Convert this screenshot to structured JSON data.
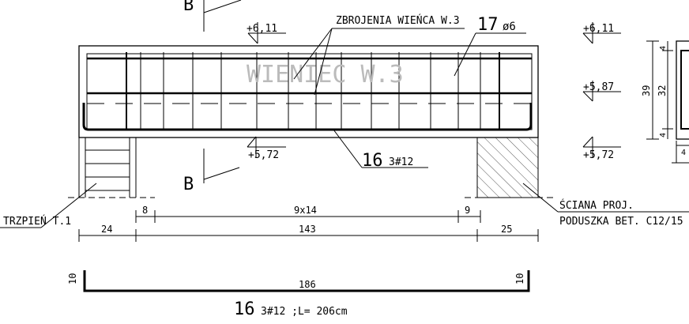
{
  "sections": {
    "top_marker": "B",
    "bottom_marker": "B"
  },
  "levels": {
    "top_left": "+6,11",
    "top_right": "+6,11",
    "mid_right": "+5,87",
    "bottom_left": "+5,72",
    "bottom_right": "+5,72"
  },
  "labels": {
    "beam_title": "WIENIEC W.3",
    "reinforcement_note": "ZBROJENIA WIEŃCA W.3",
    "stirrup_count": "17",
    "stirrup_diameter": "ø6",
    "bar_mark": "16",
    "bar_spec": "3#12",
    "post": "TRZPIEŃ T.1",
    "wall": "ŚCIANA PROJ.",
    "pad": "PODUSZKA BET. C12/15",
    "bar_total_mark": "16",
    "bar_total_spec": "3#12 ;L= 206cm"
  },
  "dimensions": {
    "spacing_start": "8",
    "spacing_main": "9x14",
    "spacing_end": "9",
    "left_support": "24",
    "span": "143",
    "right_support": "25",
    "bar_hook_left": "10",
    "bar_length": "186",
    "bar_hook_right": "10"
  },
  "section_dims": {
    "total_height": "39",
    "inner_height": "32",
    "cover_top": "4",
    "cover_bottom": "4",
    "cover_side": "4"
  }
}
